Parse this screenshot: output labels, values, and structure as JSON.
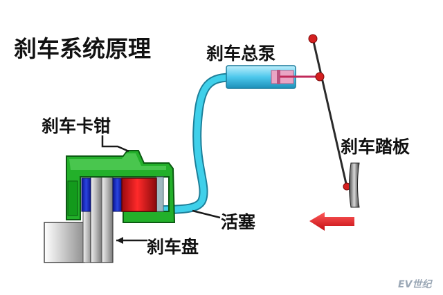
{
  "title": "刹车系统原理",
  "labels": {
    "master_cylinder": "刹车总泵",
    "caliper": "刹车卡钳",
    "pedal": "刹车踏板",
    "piston": "活塞",
    "disc": "刹车盘"
  },
  "watermark": "EV世纪",
  "colors": {
    "hose": "#3fd0ea",
    "caliper_body": "#23b02a",
    "piston": "#e0141c",
    "pad": "#1a2cc0",
    "disc": "#c8c8c8",
    "pivot": "#d42020",
    "arrow": "#e8151d"
  },
  "icons": {
    "force_arrow": "left-arrow-icon",
    "pivot": "pivot-dot-icon"
  }
}
